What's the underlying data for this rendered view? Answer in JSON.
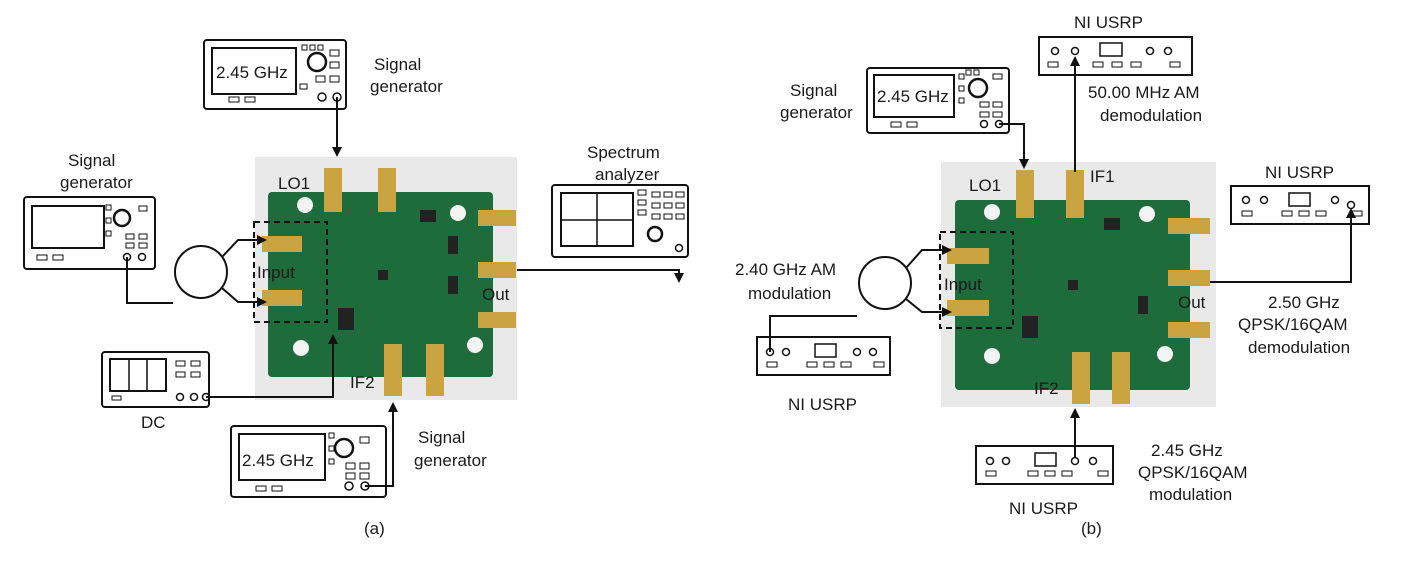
{
  "panel_a": {
    "caption": "(a)",
    "sg_top": {
      "display": "2.45 GHz",
      "label_l1": "Signal",
      "label_l2": "generator"
    },
    "sg_left": {
      "label_l1": "Signal",
      "label_l2": "generator"
    },
    "sg_bottom": {
      "display": "2.45 GHz",
      "label_l1": "Signal",
      "label_l2": "generator"
    },
    "spectrum": {
      "label_l1": "Spectrum",
      "label_l2": "analyzer"
    },
    "dc": {
      "label": "DC"
    },
    "board": {
      "lo": "LO1",
      "input": "Input",
      "out": "Out",
      "if2": "IF2"
    }
  },
  "panel_b": {
    "caption": "(b)",
    "usrp_top": {
      "label": "NI USRP",
      "note_l1": "50.00 MHz AM",
      "note_l2": "demodulation"
    },
    "sg": {
      "display": "2.45 GHz",
      "label_l1": "Signal",
      "label_l2": "generator"
    },
    "usrp_right": {
      "label": "NI USRP",
      "note_l1": "2.50 GHz",
      "note_l2": "QPSK/16QAM",
      "note_l3": "demodulation"
    },
    "usrp_left": {
      "label": "NI USRP",
      "note_l1": "2.40 GHz AM",
      "note_l2": "modulation"
    },
    "usrp_bottom": {
      "label": "NI USRP",
      "note_l1": "2.45 GHz",
      "note_l2": "QPSK/16QAM",
      "note_l3": "modulation"
    },
    "board": {
      "lo": "LO1",
      "if1": "IF1",
      "input": "Input",
      "out": "Out",
      "if2": "IF2"
    }
  }
}
